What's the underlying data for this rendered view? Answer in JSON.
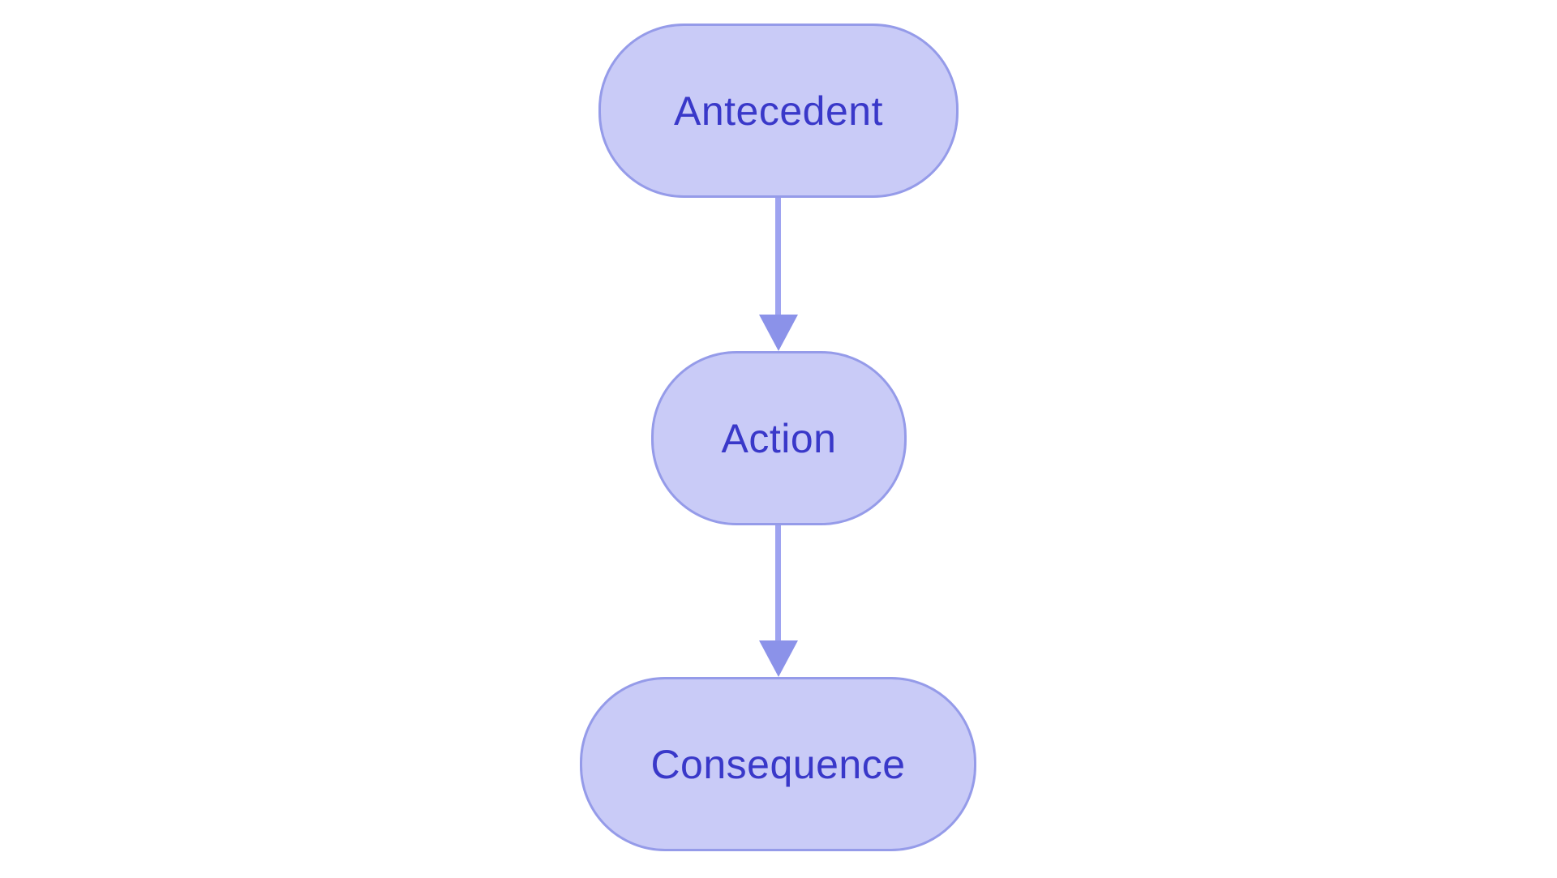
{
  "diagram": {
    "type": "flowchart",
    "direction": "top-down",
    "nodes": [
      {
        "id": "antecedent",
        "label": "Antecedent"
      },
      {
        "id": "action",
        "label": "Action"
      },
      {
        "id": "consequence",
        "label": "Consequence"
      }
    ],
    "edges": [
      {
        "from": "antecedent",
        "to": "action"
      },
      {
        "from": "action",
        "to": "consequence"
      }
    ],
    "colors": {
      "background": "#FFFFFF",
      "node_fill": "#C9CBF7",
      "node_border": "#959BE9",
      "node_text": "#3938C9",
      "edge_line": "#9EA3F0",
      "edge_arrowhead": "#8B92E9"
    }
  }
}
